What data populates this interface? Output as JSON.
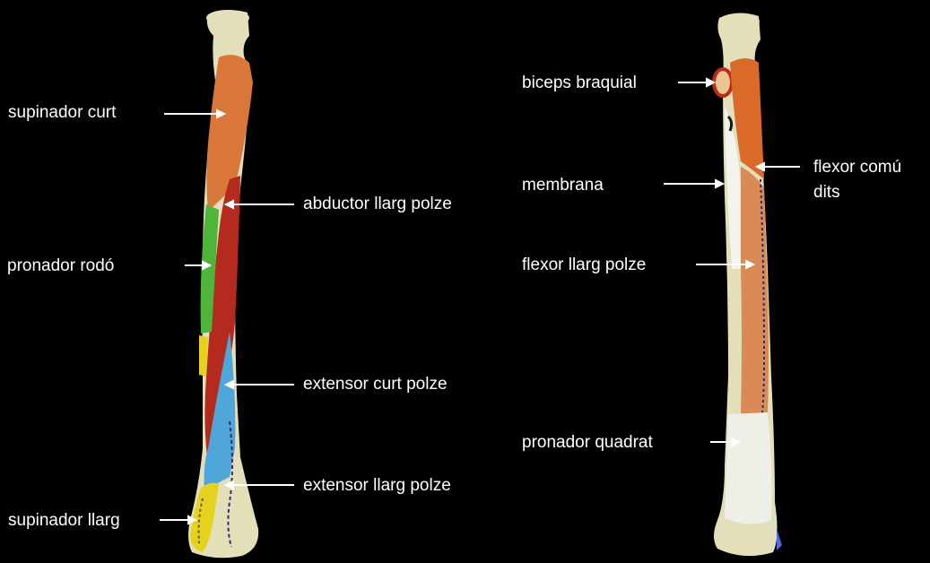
{
  "colors": {
    "background": "#000000",
    "bone": "#e3dfb8",
    "supinador_curt": "#d9763a",
    "abductor_llarg_polze": "#b52a1e",
    "pronador_rodo": "#4fb53a",
    "extensor_curt_polze": "#4ea6d9",
    "supinador_llarg": "#e6d21e",
    "flexor_llarg_polze": "#d98a55",
    "flexor_comu_dits": "#d96a2a",
    "biceps_braquial": "#c02a1e",
    "membrana": "#f3f3f0",
    "pronador_quadrat": "#eef0e8",
    "arrows": "#ffffff",
    "labels": "#ffffff"
  },
  "labels": {
    "supinador_curt": "supinador curt",
    "abductor_llarg_polze": "abductor llarg polze",
    "pronador_rodo": "pronador rodó",
    "extensor_curt_polze": "extensor curt polze",
    "extensor_llarg_polze": "extensor llarg polze",
    "supinador_llarg": "supinador llarg",
    "biceps_braquial": "biceps braquial",
    "membrana": "membrana",
    "flexor_comu_dits_1": "flexor comú",
    "flexor_comu_dits_2": "dits",
    "flexor_llarg_polze": "flexor llarg polze",
    "pronador_quadrat": "pronador quadrat"
  }
}
